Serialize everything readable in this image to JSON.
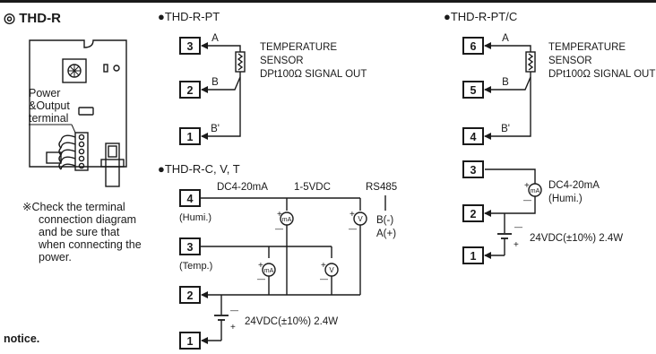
{
  "left": {
    "title": "◎ THD-R",
    "board_label_1": "Power",
    "board_label_2": "&Output",
    "board_label_3": "terminal",
    "check_note": [
      "※Check the terminal",
      "connection diagram",
      "and be sure that",
      "when connecting the",
      "power."
    ],
    "footer": "notice."
  },
  "pt": {
    "title": "●THD-R-PT",
    "terminals": [
      "3",
      "2",
      "1"
    ],
    "wires": [
      "A",
      "B",
      "B'"
    ],
    "sensor_text": [
      "TEMPERATURE",
      "SENSOR",
      "DPt100Ω SIGNAL OUT"
    ]
  },
  "cvt": {
    "title": "●THD-R-C, V, T",
    "terminals": [
      "4",
      "3",
      "2",
      "1"
    ],
    "terminal_notes": [
      "(Humi.)",
      "(Temp.)"
    ],
    "headers": [
      "DC4-20mA",
      "1-5VDC",
      "RS485"
    ],
    "meter_symbols": [
      "mA",
      "V"
    ],
    "rs485_lines": [
      "B(-)",
      "A(+)"
    ],
    "plus": "+",
    "minus": "—",
    "supply": "24VDC(±10%) 2.4W"
  },
  "ptc": {
    "title": "●THD-R-PT/C",
    "terminals": [
      "6",
      "5",
      "4",
      "3",
      "2",
      "1"
    ],
    "wires": [
      "A",
      "B",
      "B'"
    ],
    "sensor_text": [
      "TEMPERATURE",
      "SENSOR",
      "DPt100Ω SIGNAL OUT"
    ],
    "current_label": [
      "DC4-20mA",
      "(Humi.)"
    ],
    "meter_symbol": "mA",
    "plus": "+",
    "minus": "—",
    "supply": "24VDC(±10%) 2.4W"
  }
}
